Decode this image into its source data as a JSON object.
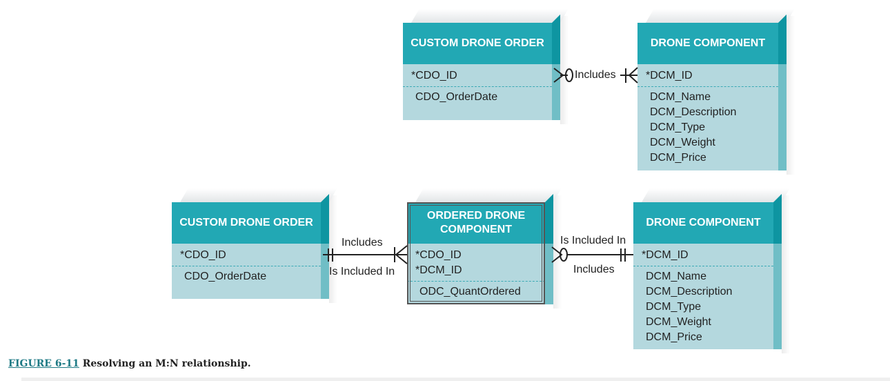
{
  "top_diagram": {
    "custom_drone_order": {
      "title": "CUSTOM DRONE ORDER",
      "pk": [
        "*CDO_ID"
      ],
      "attributes": [
        "CDO_OrderDate"
      ]
    },
    "drone_component": {
      "title": "DRONE COMPONENT",
      "pk": [
        "*DCM_ID"
      ],
      "attributes": [
        "DCM_Name",
        "DCM_Description",
        "DCM_Type",
        "DCM_Weight",
        "DCM_Price"
      ]
    },
    "relationship": {
      "label": "Includes"
    }
  },
  "bottom_diagram": {
    "custom_drone_order": {
      "title": "CUSTOM DRONE ORDER",
      "pk": [
        "*CDO_ID"
      ],
      "attributes": [
        "CDO_OrderDate"
      ]
    },
    "ordered_drone_component": {
      "title": "ORDERED DRONE COMPONENT",
      "pk": [
        "*CDO_ID",
        "*DCM_ID"
      ],
      "attributes": [
        "ODC_QuantOrdered"
      ]
    },
    "drone_component": {
      "title": "DRONE COMPONENT",
      "pk": [
        "*DCM_ID"
      ],
      "attributes": [
        "DCM_Name",
        "DCM_Description",
        "DCM_Type",
        "DCM_Weight",
        "DCM_Price"
      ]
    },
    "rel_left": {
      "above": "Includes",
      "below": "Is Included In"
    },
    "rel_right": {
      "above": "Is Included In",
      "below": "Includes"
    }
  },
  "caption": {
    "figure": "FIGURE 6-11",
    "text": "Resolving an M:N relationship."
  },
  "colors": {
    "header": "#22a8b4",
    "body": "#b4d8de",
    "side": "#70bec6",
    "link": "#1e7a85"
  }
}
